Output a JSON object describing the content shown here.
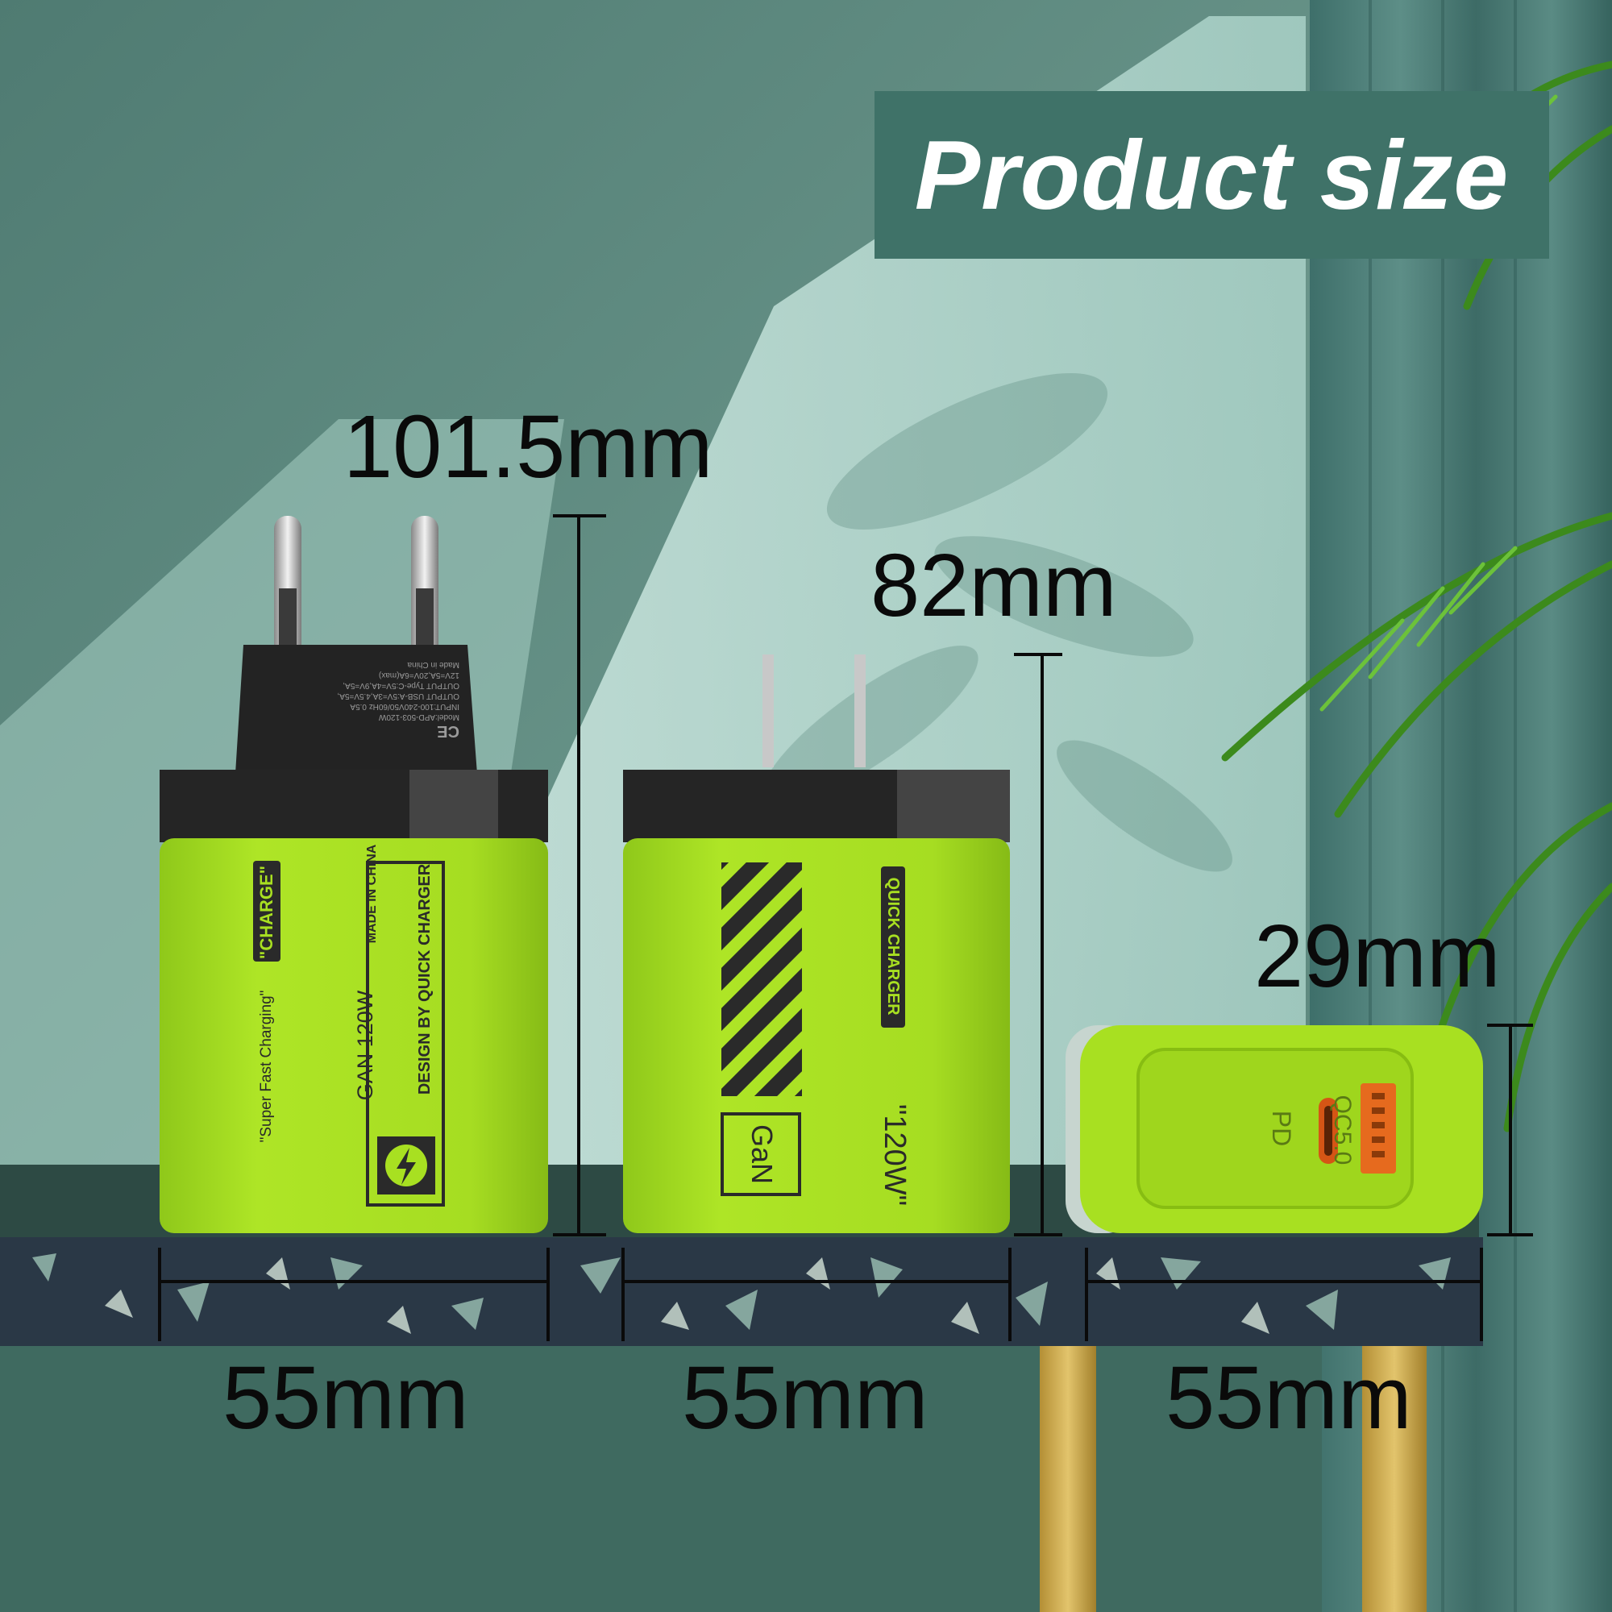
{
  "banner": {
    "title": "Product size"
  },
  "dimensions": {
    "eu_height": "101.5mm",
    "us_height": "82mm",
    "flat_height": "29mm",
    "eu_width": "55mm",
    "us_width": "55mm",
    "flat_width": "55mm"
  },
  "eu_charger": {
    "brand_tag": "\"CHARGE\"",
    "made_in": "MADE IN CHINA",
    "model": "GAN 120W",
    "design": "DESIGN BY QUICK CHARGER",
    "slogan": "\"Super Fast Charging\"",
    "plug_label_lines": [
      "Model:APD-503-120W",
      "INPUT:100-240V50/60Hz 0.5A",
      "OUTPUT USB-A:5V=3A,4.5V=5A,",
      "OUTPUT Type-C:5V=4A,9V=5A,",
      "12V=5A,20V=6A(max)",
      "Made in China"
    ],
    "plug_mark": "CE"
  },
  "us_charger": {
    "badge": "QUICK CHARGER",
    "gan": "GaN",
    "power": "\"120W\""
  },
  "flat_charger": {
    "port_a_label": "QC5.0",
    "port_c_label": "PD"
  },
  "colors": {
    "charger_green": "#a8e021",
    "charger_black": "#222222",
    "banner_bg": "#3f7268",
    "wall": "#5f8a80",
    "counter": "#2b3a48"
  }
}
